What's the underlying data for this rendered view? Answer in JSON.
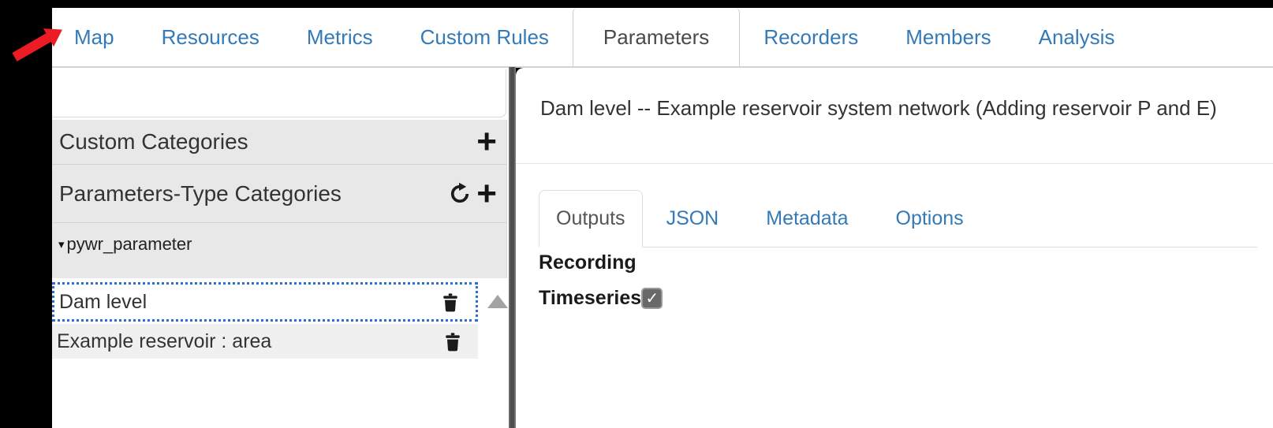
{
  "nav": {
    "items": [
      {
        "label": "Map"
      },
      {
        "label": "Resources"
      },
      {
        "label": "Metrics"
      },
      {
        "label": "Custom Rules"
      },
      {
        "label": "Parameters",
        "active": true
      },
      {
        "label": "Recorders"
      },
      {
        "label": "Members"
      },
      {
        "label": "Analysis"
      }
    ]
  },
  "annotation": {
    "arrow_points_at": "Map",
    "arrow_color": "#ed1c24"
  },
  "sidebar": {
    "custom_categories": {
      "title": "Custom Categories",
      "add_icon_glyph": "+"
    },
    "parameter_type_categories": {
      "title": "Parameters-Type Categories",
      "add_icon_glyph": "+"
    },
    "tree": {
      "caret_glyph": "▾",
      "node_label": "pywr_parameter"
    },
    "items": [
      {
        "label": "Dam level",
        "selected": true
      },
      {
        "label": "Example reservoir : area",
        "selected": false
      }
    ],
    "scroll_up_glyph": ""
  },
  "detail": {
    "title": "Dam level -- Example reservoir system network (Adding reservoir P and E)",
    "tabs": [
      {
        "label": "Outputs",
        "active": true
      },
      {
        "label": "JSON"
      },
      {
        "label": "Metadata"
      },
      {
        "label": "Options"
      }
    ],
    "content": {
      "section_heading": "Recording",
      "field_label": "Timeseries",
      "checkbox_checked": true,
      "check_glyph": "✓"
    }
  },
  "colors": {
    "link_blue": "#337ab7",
    "selection_outline_blue": "#2a6fd6",
    "header_gray": "#e8e8e8",
    "splitter_gray": "#4d4d4d",
    "arrow_red": "#ed1c24"
  }
}
